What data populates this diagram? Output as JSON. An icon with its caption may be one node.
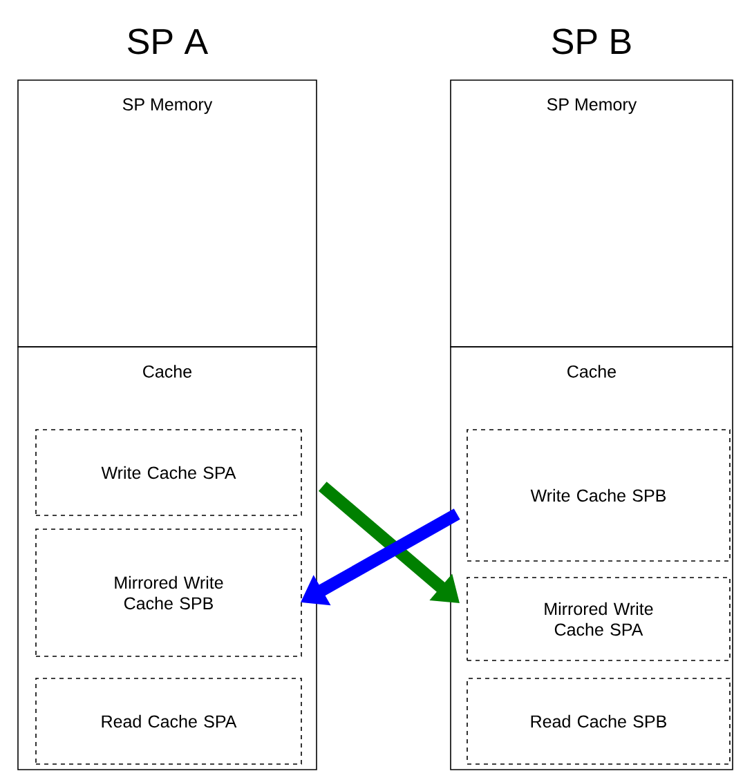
{
  "diagram": {
    "nodes": [
      {
        "text": [
          "SP Memory"
        ]
      },
      {
        "text": [
          "Cache"
        ]
      },
      {
        "text": [
          "Write Cache SPA"
        ],
        "in": 1
      },
      {
        "text": [
          "Mirrored Write Cache SPB"
        ],
        "in": 1
      },
      {
        "text": [
          "Read Cache SPA"
        ],
        "in": 1
      },
      {
        "text": [
          "SP Memory"
        ]
      },
      {
        "text": [
          "Cache"
        ]
      },
      {
        "text": [
          "Write Cache SPB"
        ],
        "in": 6
      },
      {
        "text": [
          "Mirrored Write Cache SPA"
        ],
        "in": 6
      },
      {
        "text": [
          "Read Cache SPB"
        ],
        "in": 6
      }
    ],
    "edges": [
      {
        "from": 2,
        "to": 8,
        "arrow": "to",
        "color": "#008000"
      },
      {
        "from": 7,
        "to": 3,
        "arrow": "to",
        "color": "#0000ff"
      }
    ],
    "labels": [
      "SP A",
      "SP B"
    ]
  }
}
